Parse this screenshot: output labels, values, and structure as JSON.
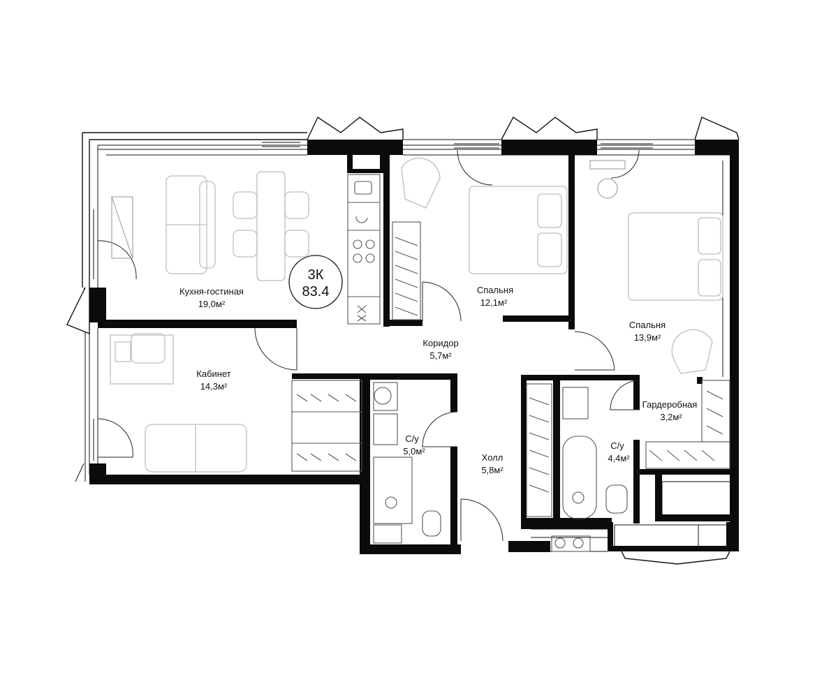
{
  "badge": {
    "rooms": "3К",
    "area": "83.4"
  },
  "rooms": {
    "kitchen": {
      "name": "Кухня-гостиная",
      "area": "19,0м²"
    },
    "bedroom1": {
      "name": "Спальня",
      "area": "12,1м²"
    },
    "bedroom2": {
      "name": "Спальня",
      "area": "13,9м²"
    },
    "corridor": {
      "name": "Коридор",
      "area": "5,7м²"
    },
    "office": {
      "name": "Кабинет",
      "area": "14,3м²"
    },
    "bath1": {
      "name": "С/у",
      "area": "5,0м²"
    },
    "hall": {
      "name": "Холл",
      "area": "5,8м²"
    },
    "wardrobe": {
      "name": "Гардеробная",
      "area": "3,2м²"
    },
    "bath2": {
      "name": "С/у",
      "area": "4,4м²"
    }
  }
}
